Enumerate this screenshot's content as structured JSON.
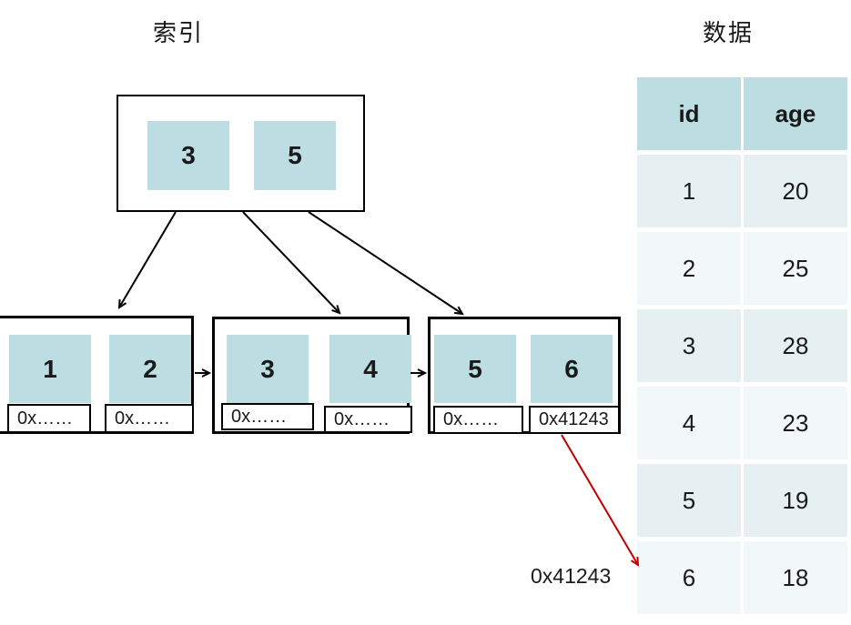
{
  "titles": {
    "index": "索引",
    "data": "数据"
  },
  "index_tree": {
    "root": {
      "keys": [
        "3",
        "5"
      ]
    },
    "leaves": [
      {
        "keys": [
          "1",
          "2"
        ],
        "pointers": [
          "0x……",
          "0x……"
        ]
      },
      {
        "keys": [
          "3",
          "4"
        ],
        "pointers": [
          "0x……",
          "0x……"
        ]
      },
      {
        "keys": [
          "5",
          "6"
        ],
        "pointers": [
          "0x……",
          "0x41243"
        ]
      }
    ],
    "highlight_pointer_label": "0x41243"
  },
  "data_table": {
    "headers": [
      "id",
      "age"
    ],
    "rows": [
      [
        "1",
        "20"
      ],
      [
        "2",
        "25"
      ],
      [
        "3",
        "28"
      ],
      [
        "4",
        "23"
      ],
      [
        "5",
        "19"
      ],
      [
        "6",
        "18"
      ]
    ]
  },
  "colors": {
    "cell_teal": "#bcdee2",
    "row_odd": "#e6f0f2",
    "row_even": "#f2f7f9",
    "arrow_black": "#000000",
    "arrow_red": "#c00000",
    "text": "#1a1a1a"
  }
}
